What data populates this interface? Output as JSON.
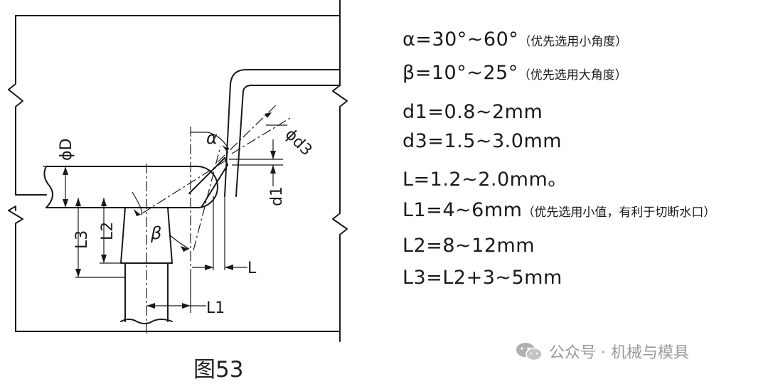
{
  "specs": [
    {
      "main": "α=30°~60°",
      "note": "（优先选用小角度）"
    },
    {
      "main": "β=10°~25°",
      "note": "（优先选用大角度）"
    },
    {
      "main": "d1=0.8~2mm",
      "note": ""
    },
    {
      "main": "d3=1.5~3.0mm",
      "note": ""
    },
    {
      "main": "L=1.2~2.0mm。",
      "note": ""
    },
    {
      "main": "L1=4~6mm",
      "note": "（优先选用小值，有利于切断水口）"
    },
    {
      "main": "L2=8~12mm",
      "note": ""
    },
    {
      "main": "L3=L2+3~5mm",
      "note": ""
    }
  ],
  "labels": {
    "phiD": "ϕD",
    "alpha": "α",
    "beta": "β",
    "phid3": "ϕd3",
    "d1": "d1",
    "L": "L",
    "L1": "L1",
    "L2": "L2",
    "L3": "L3"
  },
  "caption": "图53",
  "watermark": {
    "text": "公众号 · 机械与模具",
    "icon": "wechat-icon"
  }
}
